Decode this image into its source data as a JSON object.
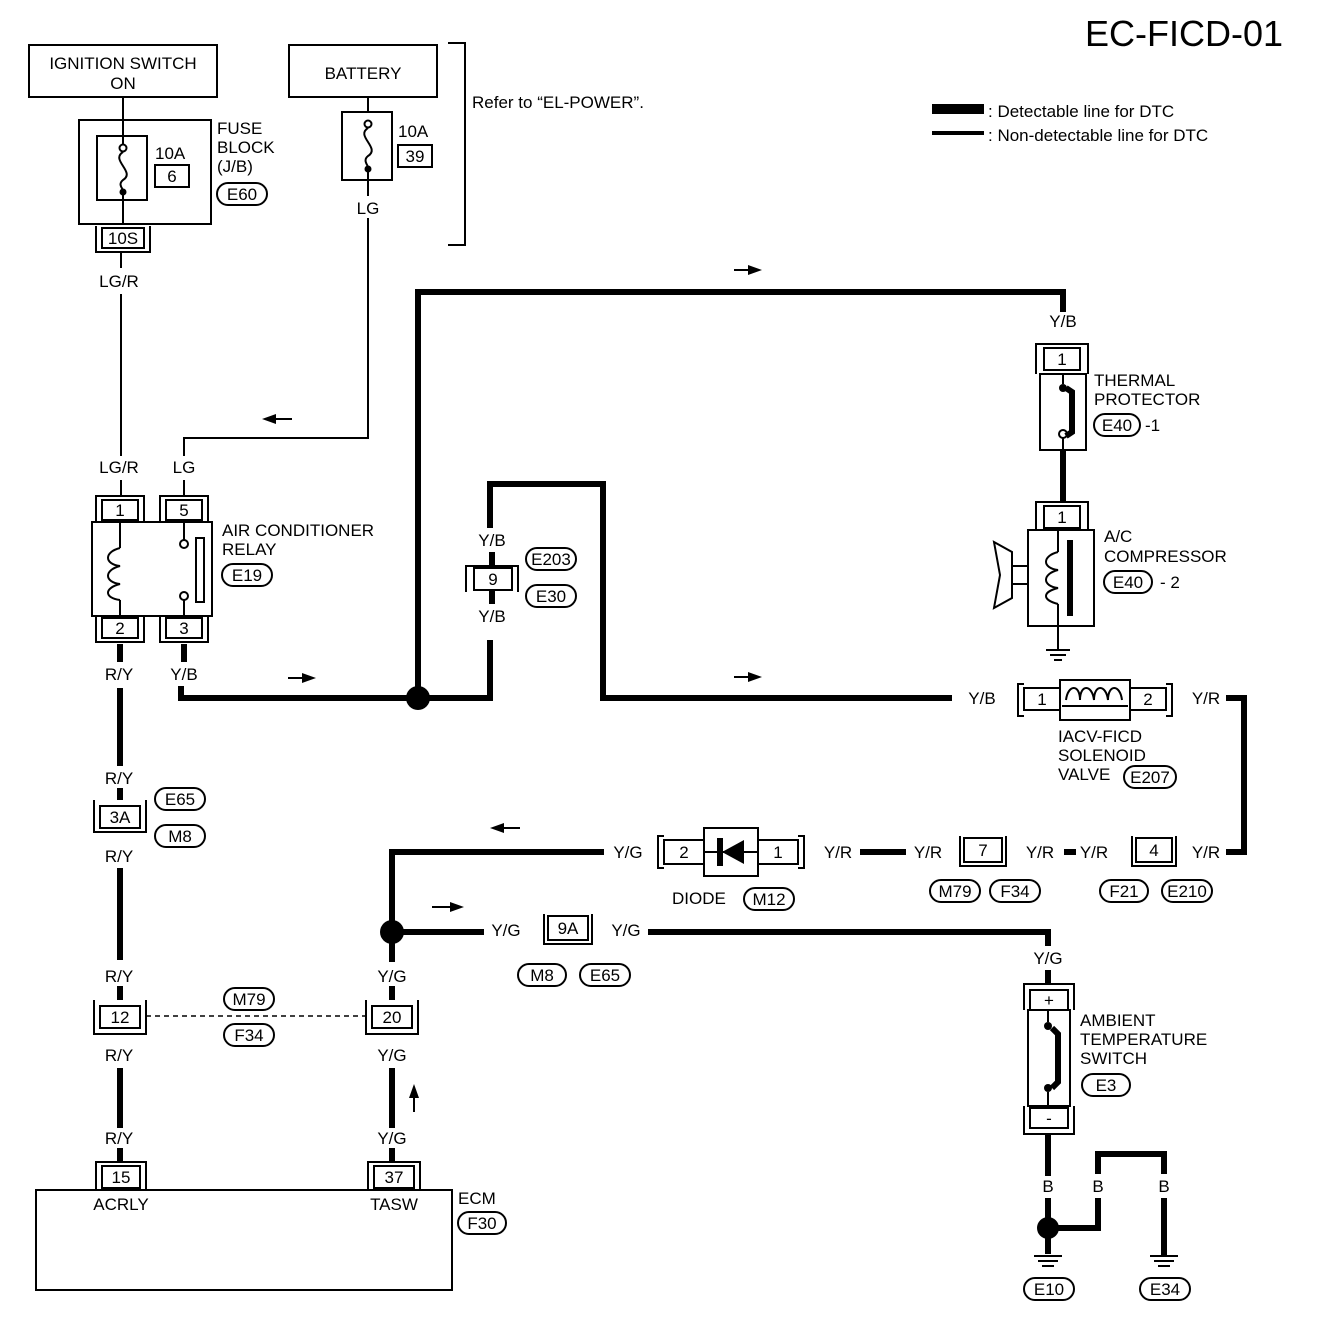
{
  "title": "EC-FICD-01",
  "legend": {
    "detectable": ": Detectable line for DTC",
    "non_detectable": ": Non-detectable line for DTC"
  },
  "note": "Refer to “EL-POWER”.",
  "ignition": {
    "line1": "IGNITION SWITCH",
    "line2": "ON"
  },
  "battery": "BATTERY",
  "fuse_block": {
    "line1": "FUSE",
    "line2": "BLOCK",
    "line3": "(J/B)",
    "amp": "10A",
    "num": "6",
    "conn": "E60",
    "term": "10S"
  },
  "battery_fuse": {
    "amp": "10A",
    "num": "39"
  },
  "relay": {
    "line1": "AIR CONDITIONER",
    "line2": "RELAY",
    "conn": "E19",
    "pin1": "1",
    "pin5": "5",
    "pin2": "2",
    "pin3": "3"
  },
  "thermal": {
    "line1": "THERMAL",
    "line2": "PROTECTOR",
    "conn": "E40",
    "suffix": "-1",
    "pin": "1"
  },
  "compressor": {
    "line1": "A/C",
    "line2": "COMPRESSOR",
    "conn": "E40",
    "suffix": "- 2",
    "pin": "1"
  },
  "iacv": {
    "line1": "IACV-FICD",
    "line2": "SOLENOID",
    "line3": "VALVE",
    "conn": "E207",
    "pin1": "1",
    "pin2": "2"
  },
  "diode": {
    "label": "DIODE",
    "conn": "M12",
    "pin2": "2",
    "pin1": "1"
  },
  "ats": {
    "line1": "AMBIENT",
    "line2": "TEMPERATURE",
    "line3": "SWITCH",
    "conn": "E3",
    "plus": "+",
    "minus": "-"
  },
  "ecm": {
    "label": "ECM",
    "conn": "F30",
    "pin15": "15",
    "pin37": "37",
    "acrly": "ACRLY",
    "tasw": "TASW"
  },
  "connectors": {
    "c9": {
      "num": "9",
      "a": "E203",
      "b": "E30"
    },
    "c3a": {
      "num": "3A",
      "a": "E65",
      "b": "M8"
    },
    "c12": {
      "num": "12"
    },
    "c20": {
      "num": "20"
    },
    "c_m79_f34": {
      "a": "M79",
      "b": "F34"
    },
    "c9a": {
      "num": "9A",
      "a": "M8",
      "b": "E65"
    },
    "c7": {
      "num": "7",
      "a": "M79",
      "b": "F34"
    },
    "c4": {
      "num": "4",
      "a": "F21",
      "b": "E210"
    }
  },
  "grounds": {
    "g1": "E10",
    "g2": "E34"
  },
  "wire_colors": {
    "lg": "LG",
    "lgr": "LG/R",
    "yb": "Y/B",
    "ry": "R/Y",
    "yr": "Y/R",
    "yg": "Y/G",
    "b": "B"
  }
}
